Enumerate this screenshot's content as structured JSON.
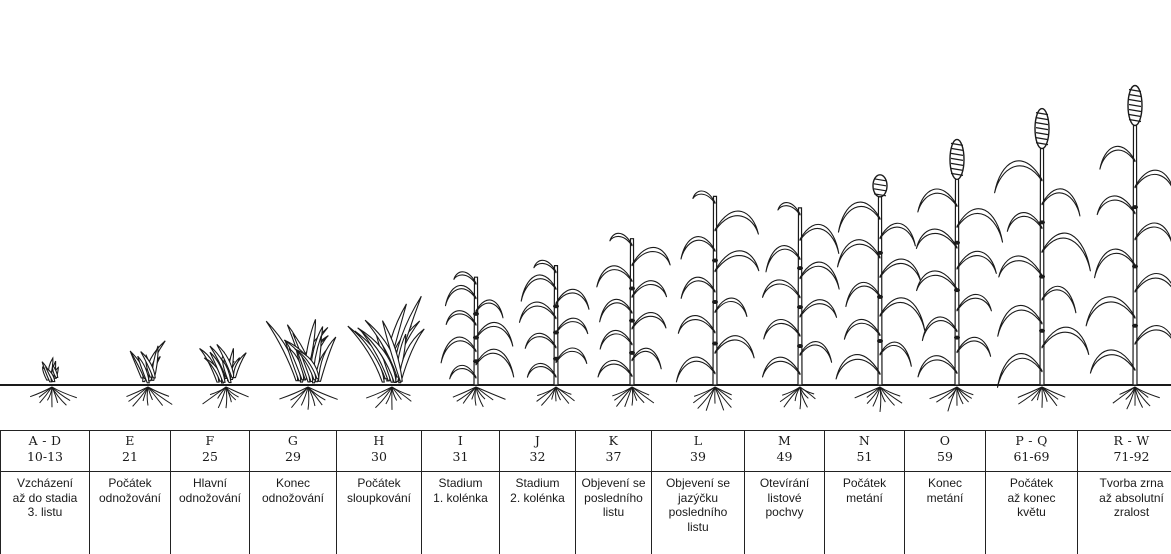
{
  "stages": [
    {
      "letters": "A - D",
      "numbers": "10-13",
      "description": "Vzcházení\naž do stadia\n3. listu",
      "plant_height": 0.05,
      "leaf_count": 3,
      "shoots": 2,
      "ear": "none"
    },
    {
      "letters": "E",
      "numbers": "21",
      "description": "Počátek\nodnožování",
      "plant_height": 0.09,
      "leaf_count": 5,
      "shoots": 2,
      "ear": "none"
    },
    {
      "letters": "F",
      "numbers": "25",
      "description": "Hlavní\nodnožování",
      "plant_height": 0.11,
      "leaf_count": 6,
      "shoots": 3,
      "ear": "none"
    },
    {
      "letters": "G",
      "numbers": "29",
      "description": "Konec\nodnožování",
      "plant_height": 0.16,
      "leaf_count": 8,
      "shoots": 4,
      "ear": "none"
    },
    {
      "letters": "H",
      "numbers": "30",
      "description": "Počátek\nsloupkování",
      "plant_height": 0.2,
      "leaf_count": 7,
      "shoots": 3,
      "ear": "none"
    },
    {
      "letters": "I",
      "numbers": "31",
      "description": "Stadium\n1. kolénka",
      "plant_height": 0.28,
      "leaf_count": 7,
      "shoots": 1,
      "ear": "none"
    },
    {
      "letters": "J",
      "numbers": "32",
      "description": "Stadium\n2. kolénka",
      "plant_height": 0.31,
      "leaf_count": 7,
      "shoots": 1,
      "ear": "none"
    },
    {
      "letters": "K",
      "numbers": "37",
      "description": "Objevení se\nposledního\nlistu",
      "plant_height": 0.38,
      "leaf_count": 8,
      "shoots": 1,
      "ear": "none"
    },
    {
      "letters": "L",
      "numbers": "39",
      "description": "Objevení se\njazýčku\nposledního\nlistu",
      "plant_height": 0.49,
      "leaf_count": 8,
      "shoots": 1,
      "ear": "none"
    },
    {
      "letters": "M",
      "numbers": "49",
      "description": "Otevírání\nlistové\npochvy",
      "plant_height": 0.46,
      "leaf_count": 8,
      "shoots": 1,
      "ear": "none"
    },
    {
      "letters": "N",
      "numbers": "51",
      "description": "Počátek\nmetání",
      "plant_height": 0.52,
      "leaf_count": 9,
      "shoots": 1,
      "ear": "partial"
    },
    {
      "letters": "O",
      "numbers": "59",
      "description": "Konec\nmetání",
      "plant_height": 0.56,
      "leaf_count": 9,
      "shoots": 1,
      "ear": "full"
    },
    {
      "letters": "P - Q",
      "numbers": "61-69",
      "description": "Počátek\naž konec\nkvětu",
      "plant_height": 0.64,
      "leaf_count": 9,
      "shoots": 1,
      "ear": "full"
    },
    {
      "letters": "R - W",
      "numbers": "71-92",
      "description": "Tvorba zrna\naž absolutní\nzralost",
      "plant_height": 0.7,
      "leaf_count": 9,
      "shoots": 1,
      "ear": "full"
    }
  ],
  "colors": {
    "ink": "#1a1a1a",
    "paper": "#ffffff"
  }
}
